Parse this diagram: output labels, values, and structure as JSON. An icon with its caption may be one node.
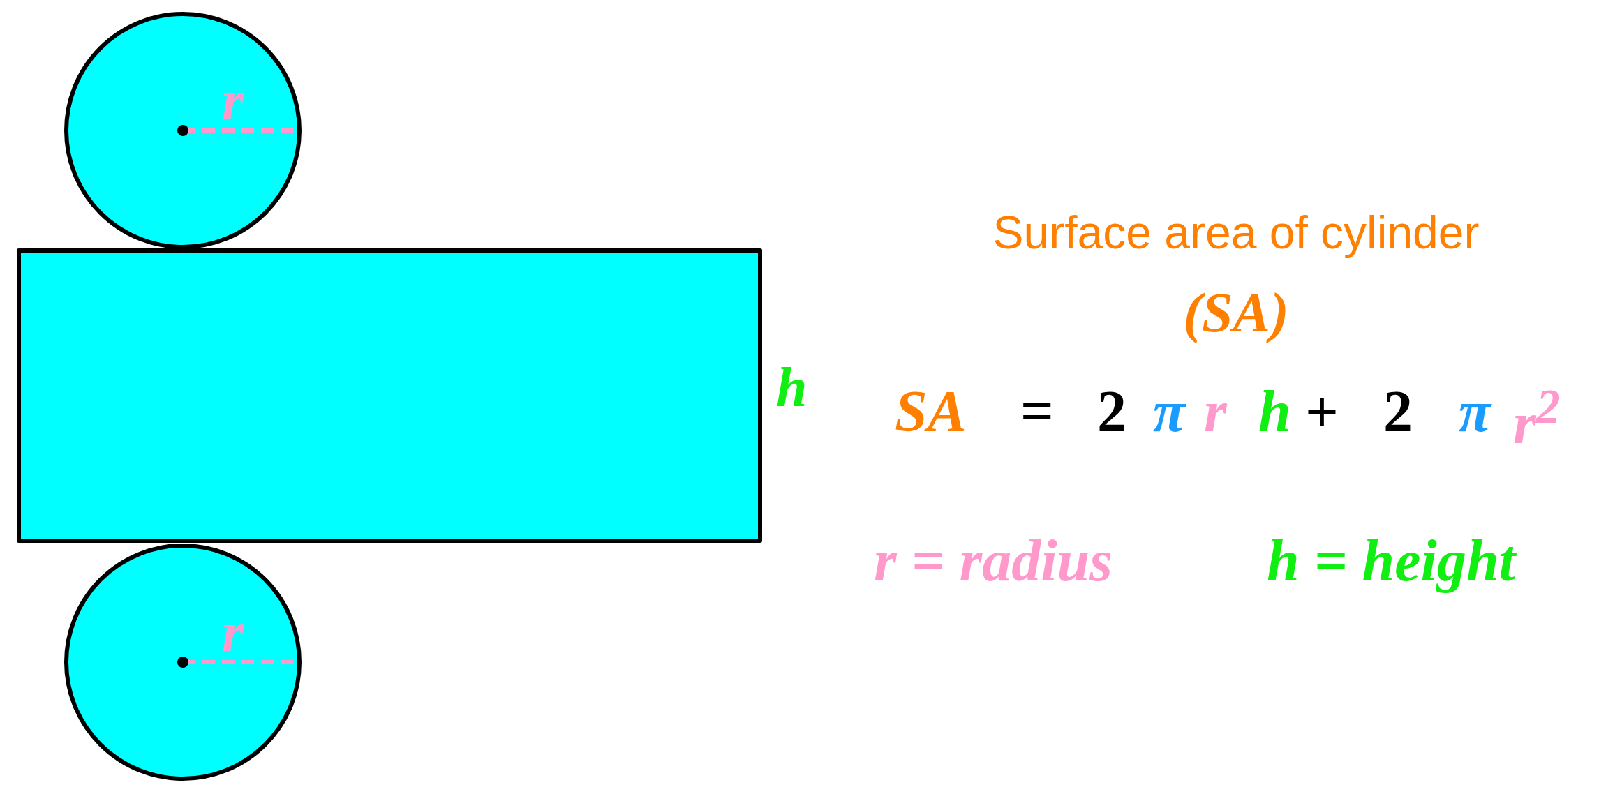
{
  "diagram": {
    "title": "Surface area of cylinder",
    "nodes": [
      {
        "text": [
          "r"
        ]
      },
      {
        "text": [],
        "shape": "box",
        "beside": [
          "h"
        ]
      },
      {
        "text": [
          "r"
        ]
      }
    ],
    "labels": [
      "(SA)",
      "SA",
      "=",
      "2",
      "π",
      "r",
      "h",
      "+",
      "2",
      "π",
      "r$^{2}$",
      "r = radius",
      "h = height"
    ]
  }
}
